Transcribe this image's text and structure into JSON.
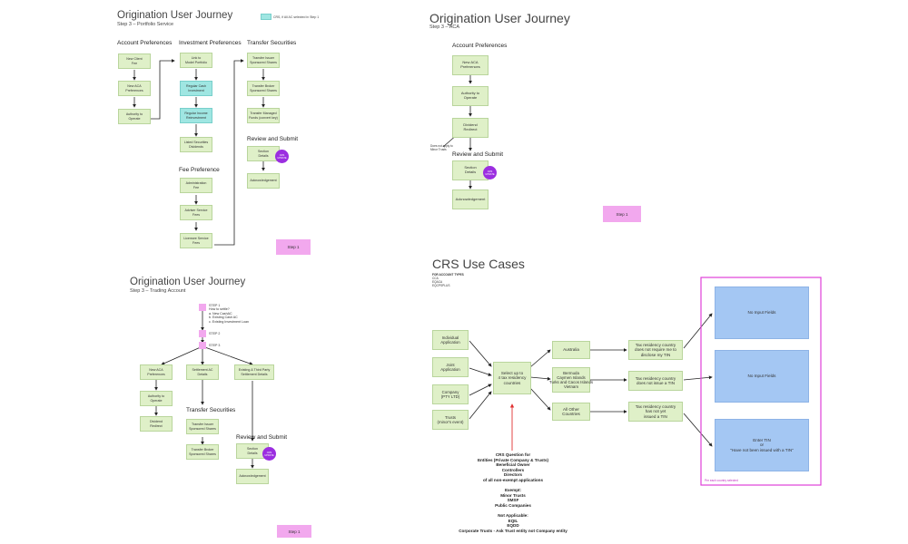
{
  "colors": {
    "green": "#dff0c8",
    "teal": "#9fe6e2",
    "pink": "#f2a8ee",
    "purple": "#9b2ee0",
    "blue": "#a4c7f3",
    "magenta": "#e040d8",
    "red": "#e03030"
  },
  "p1": {
    "title": "Origination User Journey",
    "subtitle": "Step 3 – Portfolio Service",
    "legend": "CRS, if All AC selected in Step 1",
    "sections": {
      "account": "Account Preferences",
      "investment": "Investment Preferences",
      "transfer": "Transfer Securities",
      "review": "Review and Submit",
      "fee": "Fee Preference"
    },
    "boxes": {
      "new_client_fee": "New Client\nFee",
      "new_aca_pref": "New ACA\nPreferences",
      "authority": "Authority to\nOperate",
      "link_model": "Link to\nModel Portfolio",
      "reg_cash": "Regular Cash\nInvestment",
      "reg_income": "Regular Income\nReinvestment",
      "listed_div": "Listed Securities\nDividends",
      "admin_fee": "Administration\nFee",
      "adviser_fee": "Adviser Service\nFees",
      "licensee_fee": "Licensee Service\nFees",
      "tx_issuer": "Transfer Issuer\nSponsored Shares",
      "tx_broker": "Transfer Broker\nSponsored Shares",
      "tx_managed": "Transfer Managed\nFunds (convert key)",
      "section_details": "Section\nDetails",
      "acknowledgement": "Acknowledgement"
    },
    "circle": "CRS\nUPDATE",
    "step_label": "Step 1"
  },
  "p2": {
    "title": "Origination User Journey",
    "subtitle": "Step 3 – ACA",
    "sections": {
      "account": "Account Preferences",
      "review": "Review and Submit"
    },
    "boxes": {
      "new_aca_pref": "New ACA\nPreferences",
      "authority": "Authority to\nOperate",
      "dividend": "Dividend\nRedirect",
      "section_details": "Section\nDetails",
      "acknowledgement": "Acknowledgement"
    },
    "note": "Does not apply to\nMinor Trusts",
    "circle": "CRS\nUPDATE",
    "step_label": "Step 1"
  },
  "p3": {
    "title": "Origination User Journey",
    "subtitle": "Step 3 – Trading Account",
    "steps": {
      "step1": "STEP 1\nHow to settle?\na. New CashAC\nb. Existing Cash AC\nc. Existing Investment Loan",
      "step2": "STEP 2",
      "step3": "STEP 3"
    },
    "sections": {
      "transfer": "Transfer Securities",
      "review": "Review and Submit"
    },
    "boxes": {
      "new_aca_pref": "New ACA\nPreferences",
      "settlement": "Settlement AC\nDetails",
      "existing_3p": "Existing & Third Party\nSettlement Details",
      "authority": "Authority to\nOperate",
      "dividend": "Dividend\nRedirect",
      "tx_issuer": "Transfer Issuer\nSponsored Shares",
      "tx_broker": "Transfer Broker\nSponsored Shares",
      "section_details": "Section\nDetails",
      "acknowledgement": "Acknowledgement"
    },
    "circle": "CRS\nUPDATE",
    "step_label": "Step 1"
  },
  "p4": {
    "title": "CRS Use Cases",
    "account_types": {
      "heading": "FOR ACCOUNT TYPES",
      "items": [
        "CCA",
        "EQACA",
        "EQCPSPLUS"
      ]
    },
    "entities": [
      "Individual\nApplication",
      "Joint\nApplication",
      "Company\n(PTY LTD)",
      "Trusts\n(minor's event)"
    ],
    "select_box": "Select up to\n4 tax residency\ncountries",
    "countries": [
      "Australia",
      "Bermuda\nCaymen Islands\nTurks and Cacos Islands\nVietnam",
      "All Other\nCountries"
    ],
    "tax": [
      "Tax residency country\ndoes not require me to\ndisclose my TIN",
      "Tax residency country\ndoes not issue a TIN",
      "Tax residency country\nhas not yet\nissued a TIN"
    ],
    "outputs": [
      "No Input Fields",
      "No Input Fields",
      "Enter TIN\nor\n\"Have not been issued with a TIN\""
    ],
    "frame_note": "Per each country selected",
    "crs_question": "CRS Question for\nEntities (Private Company & Trusts)\nBeneficial Owner\nControllers\nDirectors\nof all non-exempt applications\n\nExempt:\nMinor Trusts\nSMSF\nPublic Companies\n\nNot Applicable:\nEQIL\nEQDD\nCorporate Trusts - Ask Trust entity not Company entity"
  }
}
